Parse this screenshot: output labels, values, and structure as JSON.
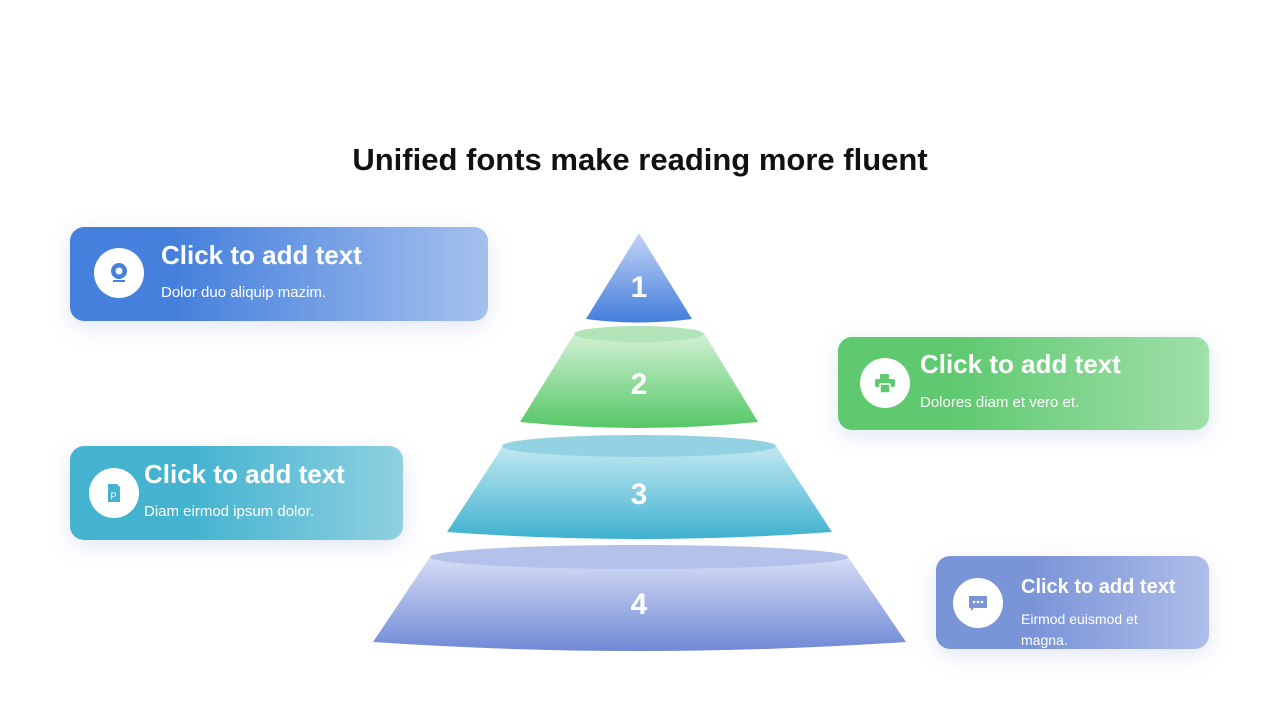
{
  "title": "Unified fonts make reading more fluent",
  "pyramid": {
    "levels": [
      "1",
      "2",
      "3",
      "4"
    ]
  },
  "cards": [
    {
      "title": "Click to add text",
      "subtitle": "Dolor duo aliquip mazim.",
      "icon": "webcam-icon",
      "color_from": "#4580dc",
      "color_to": "#a5c0ee"
    },
    {
      "title": "Click to add text",
      "subtitle": "Dolores diam et vero et.",
      "icon": "printer-icon",
      "color_from": "#5ec96e",
      "color_to": "#a0e0aa"
    },
    {
      "title": "Click to add text",
      "subtitle": "Diam eirmod ipsum dolor.",
      "icon": "document-icon",
      "color_from": "#43b3d0",
      "color_to": "#8fd0e0"
    },
    {
      "title": "Click to add text",
      "subtitle": "Eirmod euismod et magna.",
      "icon": "chat-icon",
      "color_from": "#7a94d8",
      "color_to": "#aebde9"
    }
  ]
}
